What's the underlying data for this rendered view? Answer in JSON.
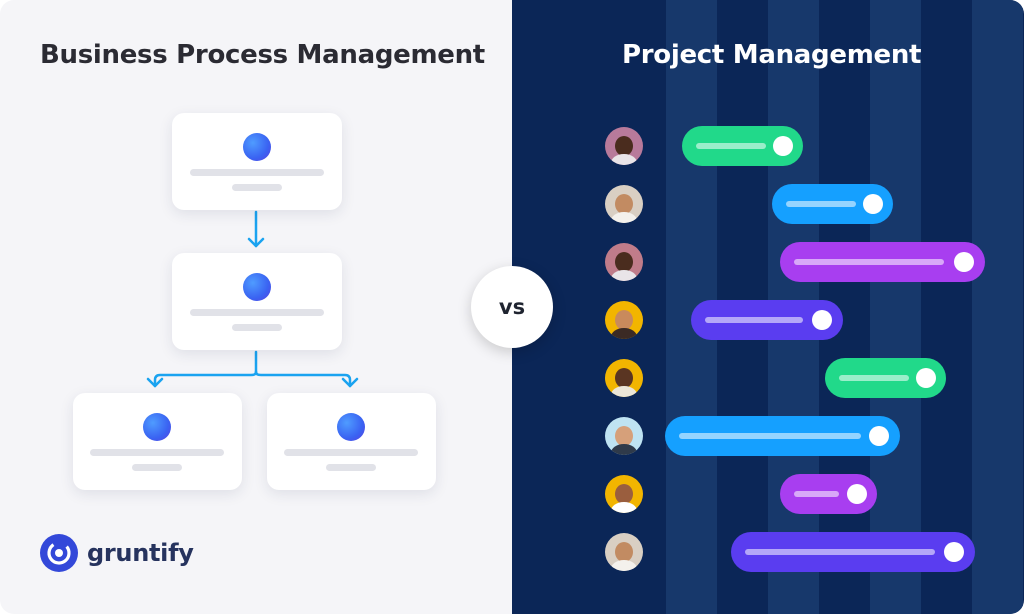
{
  "left_panel": {
    "title": "Business Process Management"
  },
  "right_panel": {
    "title": "Project Management"
  },
  "vs_label": "vs",
  "brand": {
    "name": "gruntify",
    "color": "#3348d9"
  },
  "colors": {
    "left_bg": "#f5f5f8",
    "right_bg": "#0b2657",
    "stripe": "#17386b",
    "arrow": "#1aa3f0",
    "green": "#21d98a",
    "blue": "#15a0ff",
    "purple": "#a83ef0",
    "indigo": "#5a3df0"
  },
  "flowchart": {
    "nodes": [
      "card-top",
      "card-middle",
      "card-bottom-left",
      "card-bottom-right"
    ],
    "edges": [
      [
        "card-top",
        "card-middle"
      ],
      [
        "card-middle",
        "card-bottom-left"
      ],
      [
        "card-middle",
        "card-bottom-right"
      ]
    ]
  },
  "gantt_rows": [
    {
      "avatar": "avatar-1",
      "bar_color": "green"
    },
    {
      "avatar": "avatar-2",
      "bar_color": "blue"
    },
    {
      "avatar": "avatar-3",
      "bar_color": "purple"
    },
    {
      "avatar": "avatar-4",
      "bar_color": "indigo"
    },
    {
      "avatar": "avatar-5",
      "bar_color": "green"
    },
    {
      "avatar": "avatar-6",
      "bar_color": "blue"
    },
    {
      "avatar": "avatar-7",
      "bar_color": "purple"
    },
    {
      "avatar": "avatar-8",
      "bar_color": "indigo"
    }
  ]
}
